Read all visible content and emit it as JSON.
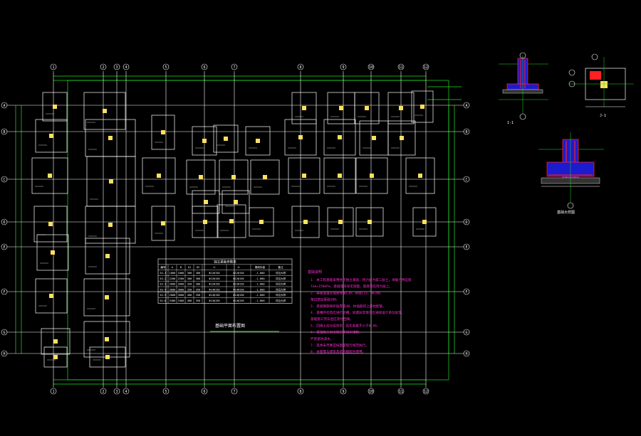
{
  "drawing": {
    "title": "基础平面布置图",
    "notes_title": "基础说明",
    "notes": [
      "1. 本工程基础采用柱下独立基础，持力层为第二层土，承载力特征值",
      "   fak=150kPa，基础埋深详见剖面，基底落在持力层上。",
      "2. 基础混凝土强度等级C30，垫层C15，厚100，",
      "   每边宽出基础100。",
      "3. 基础钢筋保护层厚度40，柱插筋同上部柱配筋。",
      "4. 基槽开挖后应进行验槽，如遇异常情况应通知设计单位处理，",
      "   基础施工完毕后应及时回填。",
      "5. 回填土应分层夯实，压实系数不小于0.94。",
      "6. 基础施工前应做好降排水措施，",
      "   严禁基坑浸水。",
      "7. 其余未尽事宜按国家现行规范执行。",
      "8. 本图需与建筑及结构图配合使用。"
    ],
    "table": {
      "title": "独立基础参数表",
      "headers": [
        "编号",
        "A",
        "B",
        "H1",
        "H2",
        "①",
        "②",
        "基底标高",
        "备注"
      ],
      "rows": [
        [
          "DJ-1",
          "1800",
          "1800",
          "300",
          "300",
          "Φ12@150",
          "Φ12@150",
          "-1.800",
          "详见大样"
        ],
        [
          "DJ-2",
          "2200",
          "2200",
          "300",
          "300",
          "Φ12@150",
          "Φ12@150",
          "-1.800",
          "详见大样"
        ],
        [
          "DJ-3",
          "2600",
          "2600",
          "350",
          "300",
          "Φ12@150",
          "Φ12@150",
          "-1.800",
          "详见大样"
        ],
        [
          "DJ-4",
          "3000",
          "3000",
          "350",
          "350",
          "Φ14@150",
          "Φ14@150",
          "-1.800",
          "详见大样"
        ],
        [
          "DJ-5",
          "2000",
          "3600",
          "400",
          "350",
          "Φ14@150",
          "Φ14@150",
          "-1.800",
          "详见大样"
        ],
        [
          "DJ-6",
          "3400",
          "3400",
          "400",
          "350",
          "Φ14@150",
          "Φ14@150",
          "-1.800",
          "详见大样"
        ]
      ]
    },
    "axes_top": [
      "1",
      "2",
      "3",
      "4",
      "5",
      "6",
      "7",
      "8",
      "9",
      "10",
      "11",
      "12"
    ],
    "axes_left": [
      "A",
      "B",
      "C",
      "D",
      "E",
      "F",
      "G",
      "H"
    ],
    "detail_labels": {
      "d1": "1-1",
      "d2": "J-1",
      "d3": "基础大样图"
    }
  },
  "colors": {
    "axis": "#22e022",
    "grid": "#ffffff",
    "footing": "#ffffff",
    "column": "#ffe060",
    "text": "#ffffff",
    "notes": "#ff2bd6",
    "rebar": "#ff2020",
    "concrete": "#2020ff"
  }
}
